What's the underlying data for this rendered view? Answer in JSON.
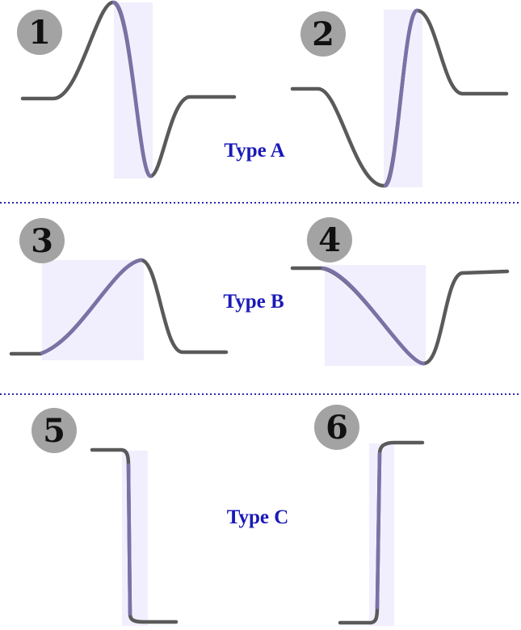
{
  "panels": [
    {
      "number": "1",
      "group": "Type A"
    },
    {
      "number": "2",
      "group": "Type A"
    },
    {
      "number": "3",
      "group": "Type B"
    },
    {
      "number": "4",
      "group": "Type B"
    },
    {
      "number": "5",
      "group": "Type C"
    },
    {
      "number": "6",
      "group": "Type C"
    }
  ],
  "type_labels": {
    "a": "Type A",
    "b": "Type B",
    "c": "Type C"
  },
  "colors": {
    "waveform": "#5a5a5a",
    "highlight_fill": "#8a7ff0",
    "highlighted_waveform": "#7a72a6",
    "label_text": "#1a1ab8",
    "divider": "#2a2ab0",
    "badge": "#a3a3a3"
  }
}
